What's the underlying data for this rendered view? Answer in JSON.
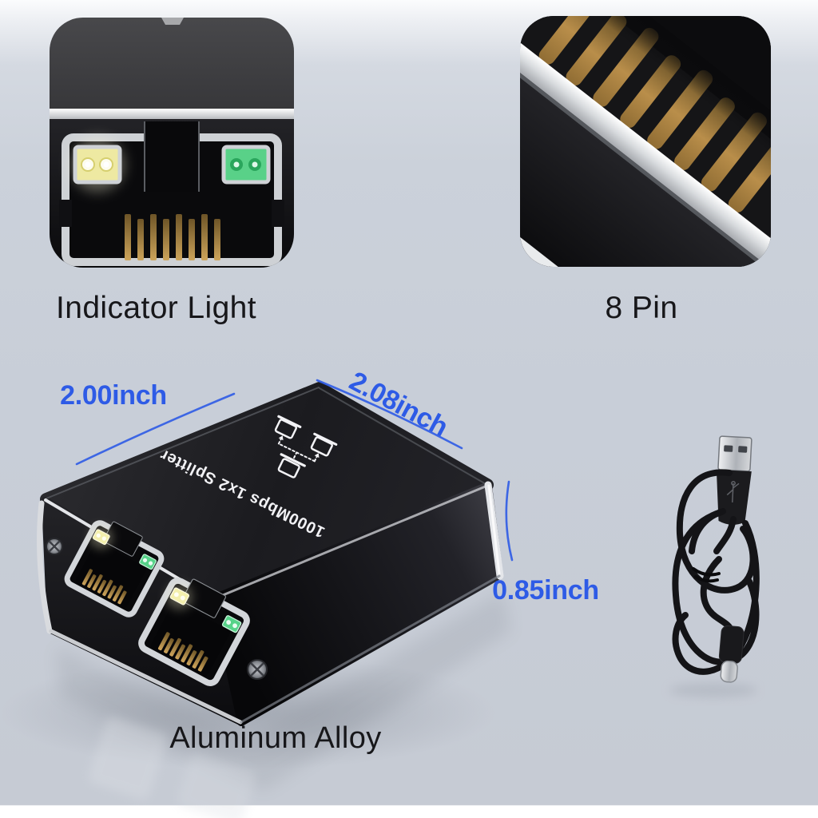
{
  "page": {
    "type": "product-infographic",
    "background_main": "#c8ced8",
    "background_top": "#fbfcfd",
    "background_bottom_strip": "#ffffff",
    "accent_blue": "#2e5be6",
    "label_color": "#17171a"
  },
  "insets": {
    "indicator_light": {
      "label": "Indicator Light",
      "photo": "rj45-port-with-led-closeup",
      "led_left_color": "#f3efad",
      "led_right_color": "#59d188",
      "pin_count": 8
    },
    "eight_pin": {
      "label": "8 Pin",
      "photo": "rj45-gold-pins-closeup",
      "pin_color": "#b98e4a",
      "pin_count": 8
    }
  },
  "device": {
    "print_text": "1000Mbps 1x2 Splitter",
    "icon": "network-split-icon",
    "material_label": "Aluminum Alloy",
    "body_color": "#1a1a1e",
    "edge_color": "#e4e6ea",
    "port_count": 2,
    "led_yellow": "#f3efad",
    "led_green": "#57d389"
  },
  "dimensions": {
    "width_label": "2.00inch",
    "depth_label": "2.08inch",
    "height_label": "0.85inch"
  },
  "accessories": {
    "usb_cable": {
      "photo": "usb-a-to-usb-c-cable",
      "cable_color": "#141417"
    }
  }
}
